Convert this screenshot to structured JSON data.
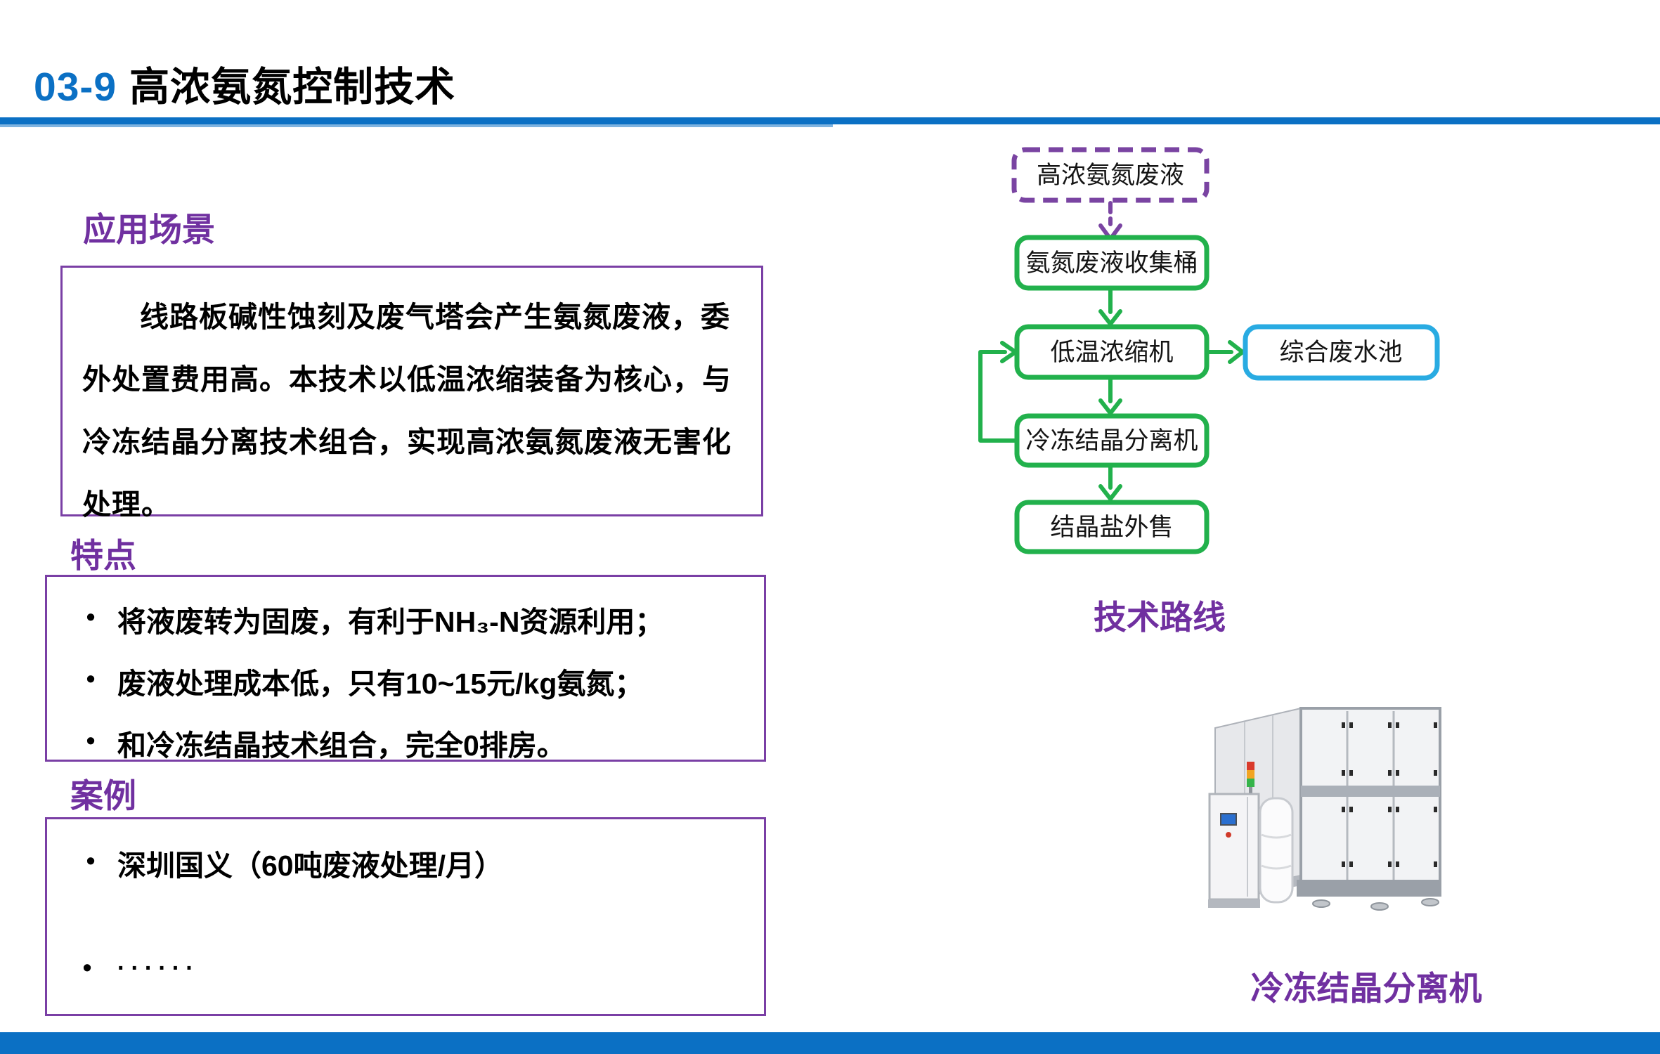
{
  "header": {
    "title_number": "03-9",
    "title_text": "高浓氨氮控制技术",
    "rule_color": "#0b70c4"
  },
  "sections": {
    "application": {
      "heading": "应用场景",
      "body": "线路板碱性蚀刻及废气塔会产生氨氮废液，委外处置费用高。本技术以低温浓缩装备为核心，与冷冻结晶分离技术组合，实现高浓氨氮废液无害化处理。"
    },
    "features": {
      "heading": "特点",
      "items": [
        "将液废转为固废，有利于NH₃-N资源利用；",
        "废液处理成本低，只有10~15元/kg氨氮；",
        "和冷冻结晶技术组合，完全0排房。"
      ]
    },
    "cases": {
      "heading": "案例",
      "items": [
        "深圳国义（60吨废液处理/月）",
        "......"
      ]
    }
  },
  "flowchart": {
    "caption": "技术路线",
    "nodes": [
      {
        "id": "source",
        "label": "高浓氨氮废液",
        "style": "dashed-purple"
      },
      {
        "id": "collect",
        "label": "氨氮废液收集桶",
        "style": "green"
      },
      {
        "id": "concentrate",
        "label": "低温浓缩机",
        "style": "green"
      },
      {
        "id": "pool",
        "label": "综合废水池",
        "style": "blue"
      },
      {
        "id": "freeze",
        "label": "冷冻结晶分离机",
        "style": "green"
      },
      {
        "id": "salt",
        "label": "结晶盐外售",
        "style": "green"
      }
    ],
    "edges": [
      {
        "from": "source",
        "to": "collect",
        "style": "dashed-purple-arrow"
      },
      {
        "from": "collect",
        "to": "concentrate",
        "style": "green-arrow"
      },
      {
        "from": "concentrate",
        "to": "pool",
        "style": "green-arrow"
      },
      {
        "from": "concentrate",
        "to": "freeze",
        "style": "green-arrow"
      },
      {
        "from": "freeze",
        "to": "concentrate",
        "style": "green-arrow-recycle"
      },
      {
        "from": "freeze",
        "to": "salt",
        "style": "green-arrow"
      }
    ],
    "colors": {
      "green": "#22b14c",
      "blue": "#29abe2",
      "purple": "#7a44a2"
    }
  },
  "photo": {
    "caption": "冷冻结晶分离机"
  },
  "ui": {
    "bullet": "•"
  },
  "colors": {
    "accent_blue": "#0b70c4",
    "heading_purple": "#7030a0",
    "box_border_purple": "#7a3fa5"
  }
}
